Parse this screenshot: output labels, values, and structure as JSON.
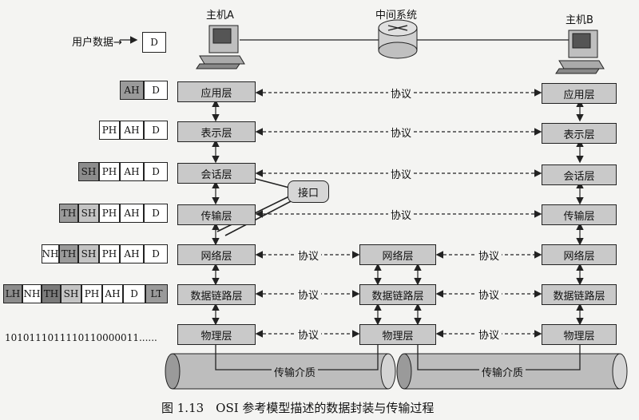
{
  "hosts": {
    "a": "主机A",
    "mid": "中间系统",
    "b": "主机B"
  },
  "user_data": {
    "label": "用户数据→",
    "cell": "D"
  },
  "layers": {
    "app": "应用层",
    "pres": "表示层",
    "sess": "会话层",
    "trans": "传输层",
    "net": "网络层",
    "dl": "数据链路层",
    "phys": "物理层"
  },
  "protocol_label": "协议",
  "interface_label": "接口",
  "headers": {
    "app": [
      "AH",
      "D"
    ],
    "pres": [
      "PH",
      "AH",
      "D"
    ],
    "sess": [
      "SH",
      "PH",
      "AH",
      "D"
    ],
    "trans": [
      "TH",
      "SH",
      "PH",
      "AH",
      "D"
    ],
    "net": [
      "NH",
      "TH",
      "SH",
      "PH",
      "AH",
      "D"
    ],
    "dl": [
      "LH",
      "NH",
      "TH",
      "SH",
      "PH",
      "AH",
      "D",
      "LT"
    ]
  },
  "bitstream": "1010111011110110000011......",
  "medium_label": "传输介质",
  "caption": "图 1.13　OSI 参考模型描述的数据封装与传输过程"
}
